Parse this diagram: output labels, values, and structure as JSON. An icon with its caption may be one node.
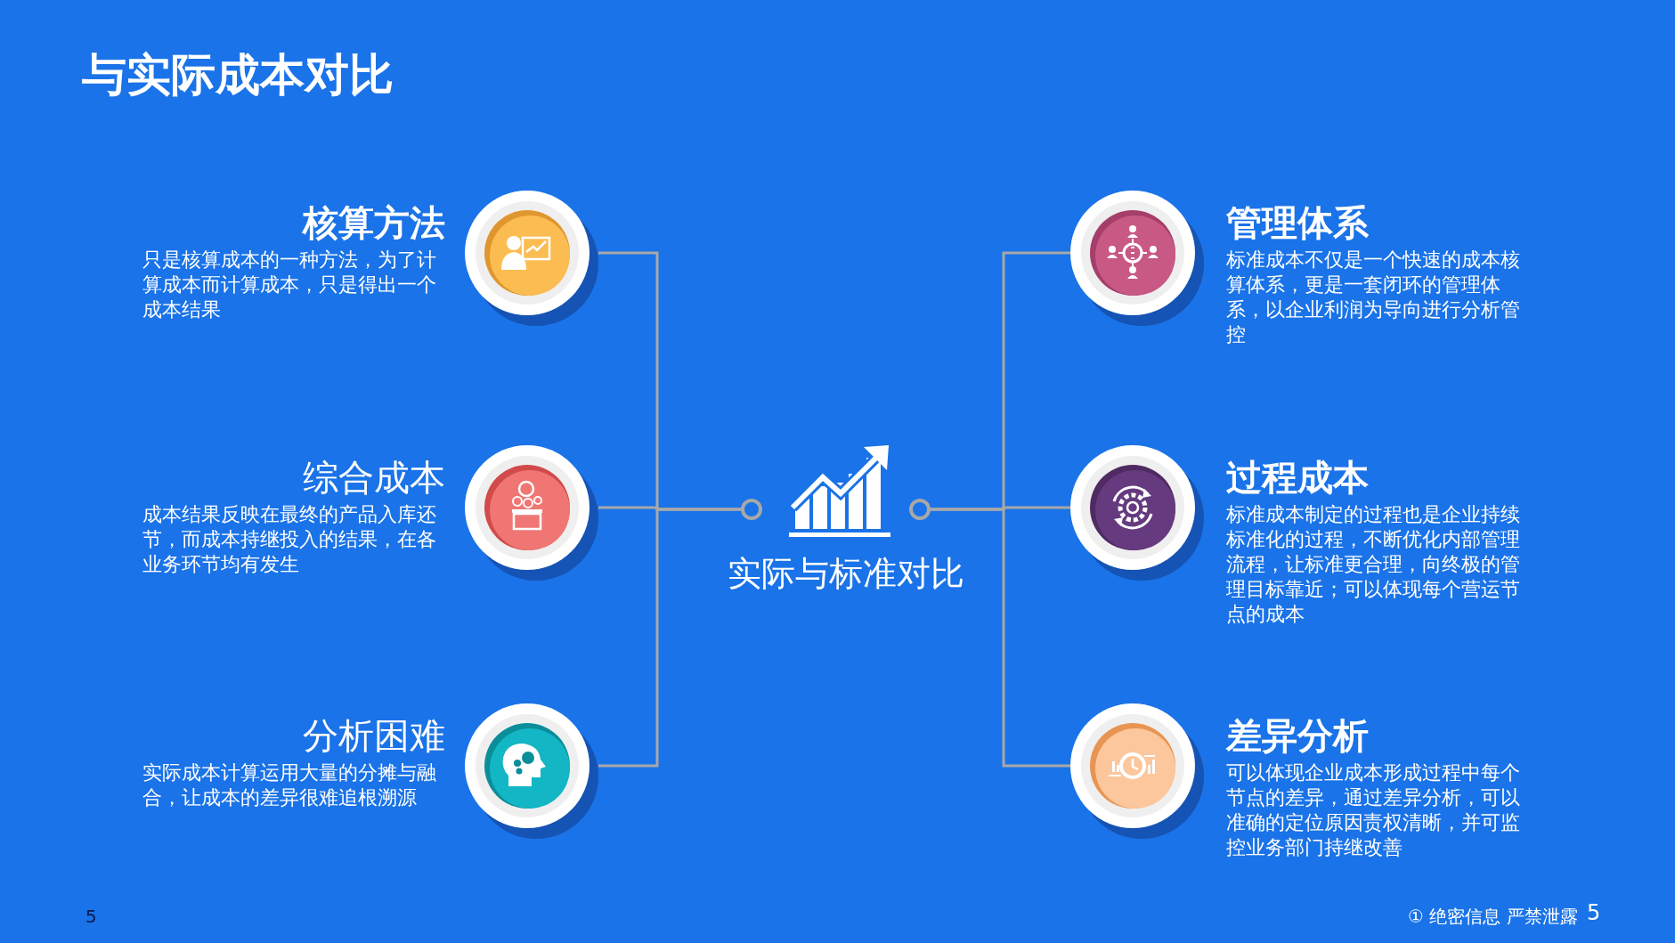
{
  "diagram": {
    "title": "与实际成本对比",
    "nodes": [
      {
        "text": [
          "核算方法",
          "只是核算成本的一种方法，为了计算成本而计算成本，只是得出一个成本结果"
        ]
      },
      {
        "text": [
          "综合成本",
          "成本结果反映在最终的产品入库还节，而成本持继投入的结果，在各业务环节均有发生"
        ]
      },
      {
        "text": [
          "分析困难",
          "实际成本计算运用大量的分摊与融合，让成本的差异很难追根溯源"
        ]
      },
      {
        "text": [],
        "shape": "circle"
      },
      {
        "text": [
          "实际与标准对比"
        ]
      },
      {
        "text": [],
        "shape": "circle"
      },
      {
        "text": [
          "管理体系",
          "标准成本不仅是一个快速的成本核算体系，更是一套闭环的管理体系，以企业利润为导向进行分析管控"
        ]
      },
      {
        "text": [
          "过程成本",
          "标准成本制定的过程也是企业持续标准化的过程，不断优化内部管理流程，让标准更合理，向终极的管理目标靠近；可以体现每个营运节点的成本"
        ]
      },
      {
        "text": [
          "差异分析",
          "可以体现企业成本形成过程中每个节点的差异，通过差异分析，可以准确的定位原因责权清晰，并可监控业务部门持继改善"
        ]
      }
    ],
    "edges": [
      {
        "from": 0,
        "to": 3,
        "arrow": "none"
      },
      {
        "from": 1,
        "to": 3,
        "arrow": "none"
      },
      {
        "from": 2,
        "to": 3,
        "arrow": "none"
      },
      {
        "from": 5,
        "to": 6,
        "arrow": "none"
      },
      {
        "from": 5,
        "to": 7,
        "arrow": "none"
      },
      {
        "from": 5,
        "to": 8,
        "arrow": "none"
      }
    ],
    "labels": [
      "5",
      "① 绝密信息 严禁泄露",
      "5"
    ]
  }
}
